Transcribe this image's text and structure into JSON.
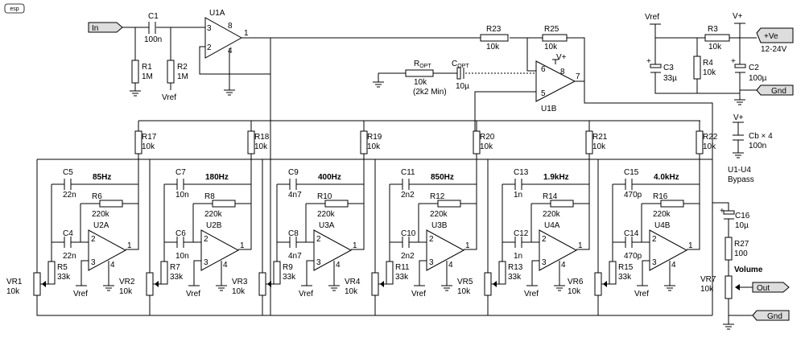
{
  "logo": "esp",
  "ports": {
    "in": "In",
    "ve": "+Ve",
    "ve_range": "12-24V",
    "gnd_top": "Gnd",
    "out": "Out",
    "gnd_bottom": "Gnd"
  },
  "rails": {
    "vref": "Vref",
    "vplus": "V+"
  },
  "input": {
    "c1": "C1",
    "c1_val": "100n",
    "r1": "R1",
    "r1_val": "1M",
    "r2": "R2",
    "r2_val": "1M",
    "u1a": "U1A"
  },
  "output_stage": {
    "r23": "R23",
    "r23_val": "10k",
    "r25": "R25",
    "r25_val": "10k",
    "ropt": "R",
    "ropt_sub": "OPT",
    "ropt_val": "10k",
    "ropt_min": "(2k2 Min)",
    "copt": "C",
    "copt_sub": "OPT",
    "copt_val": "10µ",
    "u1b": "U1B"
  },
  "supply": {
    "r3": "R3",
    "r3_val": "10k",
    "r4": "R4",
    "r4_val": "10k",
    "c3": "C3",
    "c3_val": "33µ",
    "c2": "C2",
    "c2_val": "100µ",
    "cb": "Cb × 4",
    "cb_val": "100n",
    "bypass_1": "U1-U4",
    "bypass_2": "Bypass"
  },
  "bands": [
    {
      "freq": "85Hz",
      "r_bus": "R17",
      "r_bus_val": "10k",
      "c_top": "C5",
      "c_top_val": "22n",
      "r_fb": "R6",
      "r_fb_val": "220k",
      "c_in": "C4",
      "c_in_val": "22n",
      "r_gnd": "R5",
      "r_gnd_val": "33k",
      "vr": "VR1",
      "vr_val": "10k",
      "opamp": "U2A"
    },
    {
      "freq": "180Hz",
      "r_bus": "R18",
      "r_bus_val": "10k",
      "c_top": "C7",
      "c_top_val": "10n",
      "r_fb": "R8",
      "r_fb_val": "220k",
      "c_in": "C6",
      "c_in_val": "10n",
      "r_gnd": "R7",
      "r_gnd_val": "33k",
      "vr": "VR2",
      "vr_val": "10k",
      "opamp": "U2B"
    },
    {
      "freq": "400Hz",
      "r_bus": "R19",
      "r_bus_val": "10k",
      "c_top": "C9",
      "c_top_val": "4n7",
      "r_fb": "R10",
      "r_fb_val": "220k",
      "c_in": "C8",
      "c_in_val": "4n7",
      "r_gnd": "R9",
      "r_gnd_val": "33k",
      "vr": "VR3",
      "vr_val": "10k",
      "opamp": "U3A"
    },
    {
      "freq": "850Hz",
      "r_bus": "R20",
      "r_bus_val": "10k",
      "c_top": "C11",
      "c_top_val": "2n2",
      "r_fb": "R12",
      "r_fb_val": "220k",
      "c_in": "C10",
      "c_in_val": "2n2",
      "r_gnd": "R11",
      "r_gnd_val": "33k",
      "vr": "VR4",
      "vr_val": "10k",
      "opamp": "U3B"
    },
    {
      "freq": "1.9kHz",
      "r_bus": "R21",
      "r_bus_val": "10k",
      "c_top": "C13",
      "c_top_val": "1n",
      "r_fb": "R14",
      "r_fb_val": "220k",
      "c_in": "C12",
      "c_in_val": "1n",
      "r_gnd": "R13",
      "r_gnd_val": "33k",
      "vr": "VR5",
      "vr_val": "10k",
      "opamp": "U4A"
    },
    {
      "freq": "4.0kHz",
      "r_bus": "R22",
      "r_bus_val": "10k",
      "c_top": "C15",
      "c_top_val": "470p",
      "r_fb": "R16",
      "r_fb_val": "220k",
      "c_in": "C14",
      "c_in_val": "470p",
      "r_gnd": "R15",
      "r_gnd_val": "33k",
      "vr": "VR6",
      "vr_val": "10k",
      "opamp": "U4B"
    }
  ],
  "volume": {
    "c16": "C16",
    "c16_val": "10µ",
    "r27": "R27",
    "r27_val": "100",
    "label": "Volume",
    "vr7": "VR7",
    "vr7_val": "10k"
  },
  "pins": {
    "p1": "1",
    "p2": "2",
    "p3": "3",
    "p4": "4",
    "p5": "5",
    "p6": "6",
    "p7": "7",
    "p8": "8"
  }
}
